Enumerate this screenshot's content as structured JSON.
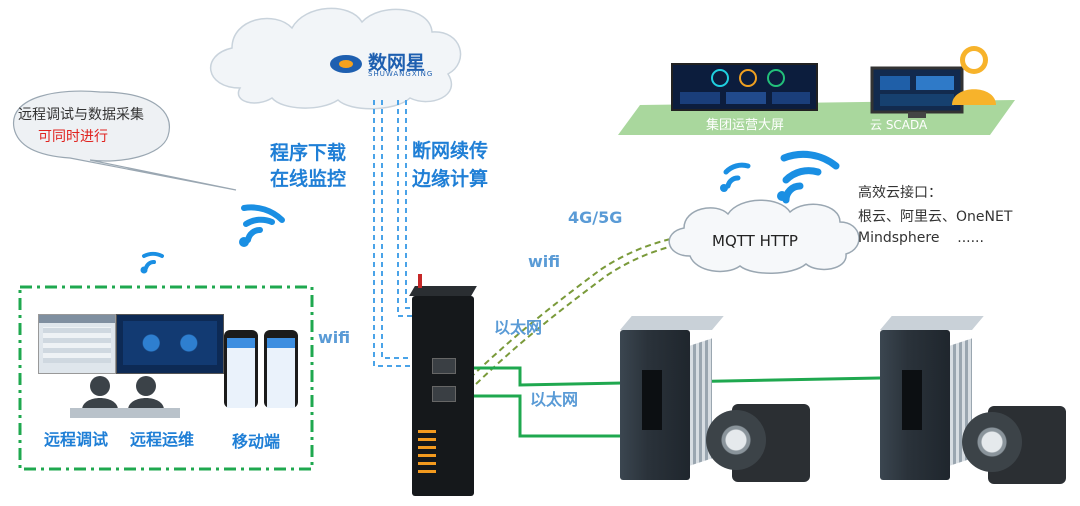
{
  "cloud_top": {
    "logo_text": "数网星",
    "logo_sub": "SHUWANGXING"
  },
  "speech_bubble": {
    "line1": "远程调试与数据采集",
    "line2": "可同时进行"
  },
  "left_labels": {
    "program": "程序下载",
    "monitor": "在线监控"
  },
  "center_labels": {
    "resume": "断网续传",
    "edge": "边缘计算"
  },
  "links": {
    "g45": "4G/5G",
    "wifi_mid": "wifi",
    "wifi_left": "wifi",
    "eth1": "以太网",
    "eth2": "以太网"
  },
  "mqtt_cloud": {
    "label": "MQTT HTTP"
  },
  "cloud_interfaces": {
    "title": "高效云接口：",
    "line1": "根云、阿里云、OneNET",
    "line2": "Mindsphere    ......"
  },
  "platform": {
    "big_screen": "集团运营大屏",
    "scada": "云 SCADA"
  },
  "clients": {
    "remote_debug": "远程调试",
    "remote_ops": "远程运维",
    "mobile": "移动端"
  },
  "colors": {
    "accent_blue": "#1f7fd6",
    "green_line": "#1fa84f",
    "bubble_red": "#e0231f",
    "cloud_dash": "#4aa3e8",
    "wifi_blue": "#1a8fe3",
    "platform_green": "#9ad08c"
  }
}
